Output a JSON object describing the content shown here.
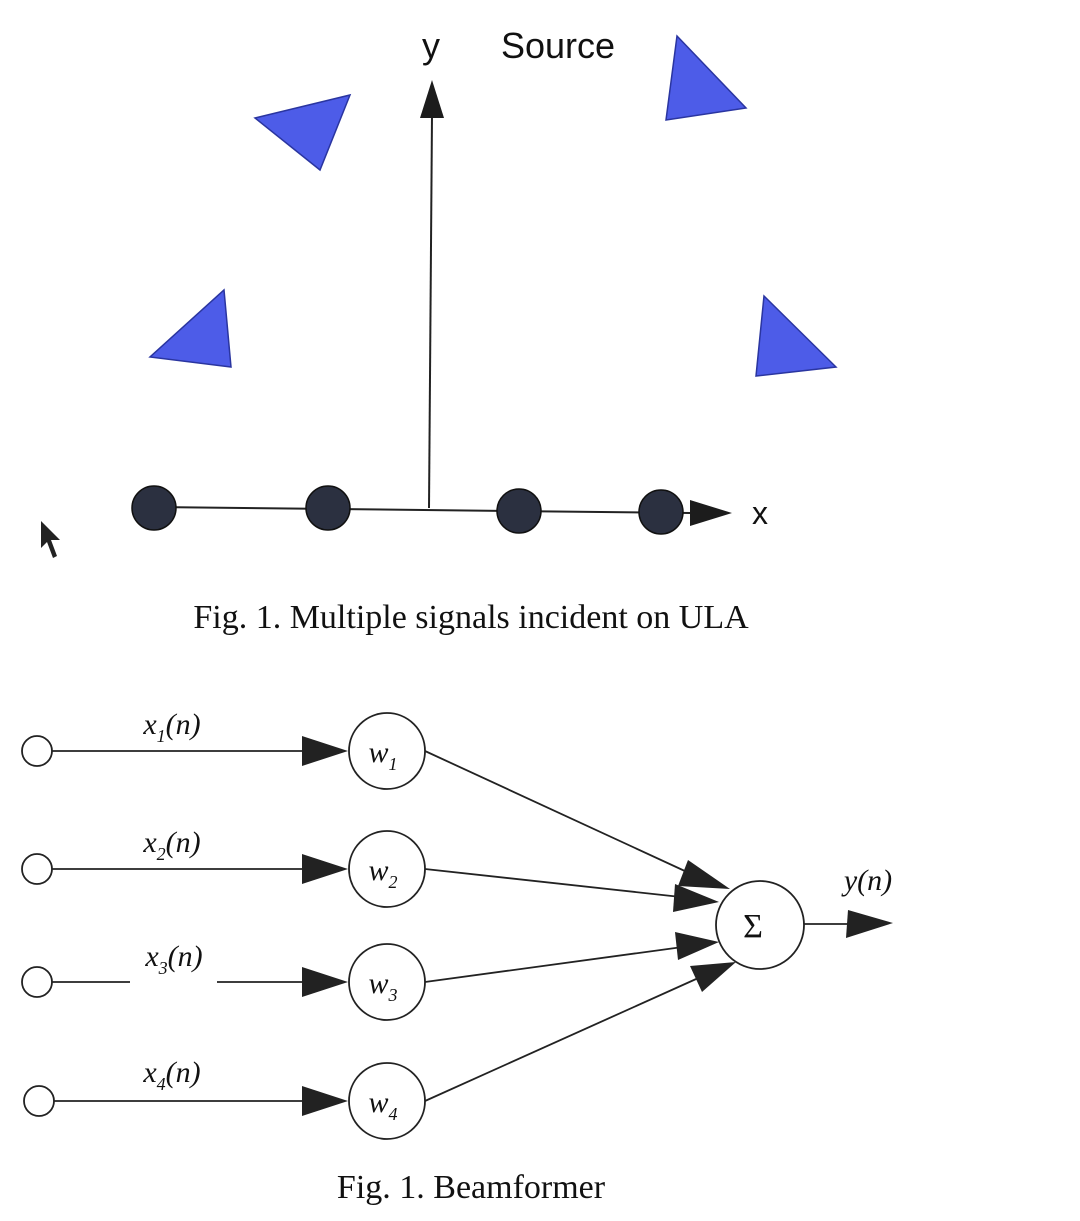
{
  "figure1": {
    "caption": "Fig. 1. Multiple signals incident on ULA",
    "axis_y_label": "y",
    "axis_x_label": "x",
    "source_label": "Source",
    "source_color": "#4d5ce8",
    "sensor_color": "#2b3040",
    "sources_count": 4,
    "sensors_count": 4
  },
  "figure2": {
    "caption": "Fig. 1. Beamformer",
    "inputs": [
      {
        "var": "x",
        "sub": "1",
        "arg": "(n)"
      },
      {
        "var": "x",
        "sub": "2",
        "arg": "(n)"
      },
      {
        "var": "x",
        "sub": "3",
        "arg": "(n)"
      },
      {
        "var": "x",
        "sub": "4",
        "arg": "(n)"
      }
    ],
    "weights": [
      {
        "var": "w",
        "sub": "1"
      },
      {
        "var": "w",
        "sub": "2"
      },
      {
        "var": "w",
        "sub": "3"
      },
      {
        "var": "w",
        "sub": "4"
      }
    ],
    "summer_symbol": "Σ",
    "output": {
      "var": "y",
      "arg": "(n)"
    }
  }
}
